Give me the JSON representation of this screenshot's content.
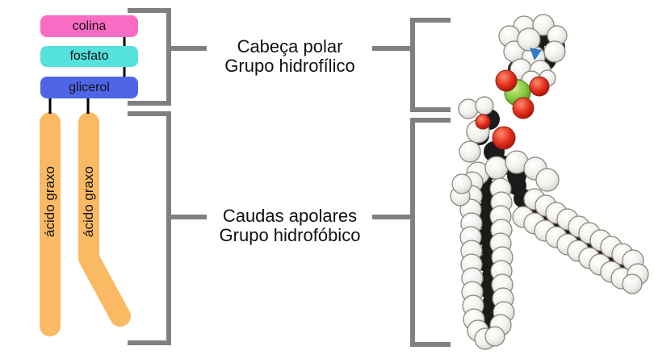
{
  "diagram": {
    "blocks": [
      {
        "label": "colina",
        "color": "#FA6BC3"
      },
      {
        "label": "fosfato",
        "color": "#55E1DD"
      },
      {
        "label": "glicerol",
        "color": "#4E65E8"
      }
    ],
    "tail_label": "ácido graxo",
    "tail_color": "#FAB963",
    "connector_color": "#000000",
    "bracket_color": "#808080",
    "text_color": "#111111",
    "annotations": {
      "polar": {
        "line1": "Cabeça polar",
        "line2": "Grupo hidrofílico"
      },
      "nonpolar": {
        "line1": "Caudas apolares",
        "line2": "Grupo hidrofóbico"
      }
    }
  },
  "molecule": {
    "palette": {
      "carbon": "#1b1b1b",
      "hydrogen": "#f1f1ee",
      "oxygen": "#d92718",
      "phosphorus": "#7fc63c",
      "nitrogen": "#2e7cc4",
      "hydrogen_outline": "#8a8274",
      "oxygen_outline": "#8a241a",
      "phosphorus_outline": "#55801e"
    },
    "atoms": {
      "carbons": [
        [
          644,
          48,
          14
        ],
        [
          670,
          44,
          14
        ],
        [
          688,
          58,
          12
        ],
        [
          652,
          72,
          14
        ],
        [
          676,
          74,
          13
        ],
        [
          660,
          58,
          14
        ],
        [
          641,
          86,
          12
        ],
        [
          664,
          92,
          12
        ],
        [
          655,
          103,
          10
        ],
        [
          606,
          148,
          13
        ],
        [
          594,
          168,
          12
        ],
        [
          612,
          188,
          13
        ],
        [
          625,
          205,
          12
        ],
        [
          640,
          218,
          12
        ],
        [
          608,
          212,
          11
        ],
        [
          640,
          230,
          12
        ],
        [
          655,
          255,
          13
        ],
        [
          672,
          264,
          13
        ],
        [
          688,
          273,
          12
        ],
        [
          660,
          272,
          14
        ],
        [
          676,
          284,
          13
        ],
        [
          648,
          246,
          12
        ],
        [
          600,
          230,
          11
        ],
        [
          606,
          246,
          11
        ],
        [
          600,
          262,
          11
        ],
        [
          606,
          278,
          11
        ],
        [
          601,
          294,
          11
        ],
        [
          607,
          310,
          11
        ],
        [
          602,
          326,
          11
        ],
        [
          608,
          342,
          11
        ],
        [
          603,
          358,
          11
        ],
        [
          609,
          374,
          11
        ],
        [
          604,
          390,
          11
        ],
        [
          610,
          406,
          11
        ],
        [
          669,
          266,
          11
        ],
        [
          682,
          275,
          11
        ],
        [
          696,
          283,
          11
        ],
        [
          710,
          292,
          11
        ],
        [
          723,
          300,
          11
        ],
        [
          737,
          309,
          11
        ],
        [
          750,
          317,
          11
        ],
        [
          764,
          326,
          11
        ],
        [
          777,
          334,
          11
        ]
      ],
      "hydrogens": [
        [
          649,
          33,
          13
        ],
        [
          673,
          31,
          13
        ],
        [
          690,
          44,
          12
        ],
        [
          631,
          45,
          13
        ],
        [
          637,
          64,
          13
        ],
        [
          661,
          71,
          14
        ],
        [
          687,
          64,
          13
        ],
        [
          645,
          86,
          13
        ],
        [
          669,
          88,
          13
        ],
        [
          655,
          49,
          14
        ],
        [
          658,
          100,
          12
        ],
        [
          678,
          97,
          10
        ],
        [
          580,
          135,
          12
        ],
        [
          600,
          131,
          11
        ],
        [
          592,
          163,
          14
        ],
        [
          582,
          188,
          13
        ],
        [
          592,
          215,
          14
        ],
        [
          615,
          208,
          14
        ],
        [
          640,
          201,
          14
        ],
        [
          663,
          209,
          14
        ],
        [
          678,
          223,
          14
        ],
        [
          585,
          226,
          13
        ],
        [
          584,
          243,
          13
        ],
        [
          583,
          260,
          13
        ],
        [
          584,
          277,
          13
        ],
        [
          583,
          294,
          13
        ],
        [
          584,
          311,
          13
        ],
        [
          584,
          328,
          13
        ],
        [
          585,
          345,
          13
        ],
        [
          585,
          362,
          13
        ],
        [
          586,
          379,
          13
        ],
        [
          587,
          396,
          13
        ],
        [
          592,
          410,
          13
        ],
        [
          620,
          234,
          13
        ],
        [
          621,
          251,
          13
        ],
        [
          620,
          268,
          13
        ],
        [
          621,
          285,
          13
        ],
        [
          620,
          302,
          13
        ],
        [
          622,
          319,
          13
        ],
        [
          621,
          336,
          13
        ],
        [
          622,
          353,
          13
        ],
        [
          623,
          370,
          13
        ],
        [
          624,
          387,
          13
        ],
        [
          620,
          403,
          13
        ],
        [
          601,
          420,
          13
        ],
        [
          613,
          417,
          12
        ],
        [
          570,
          243,
          12
        ],
        [
          572,
          228,
          12
        ],
        [
          662,
          247,
          13
        ],
        [
          676,
          255,
          13
        ],
        [
          689,
          264,
          13
        ],
        [
          703,
          272,
          13
        ],
        [
          717,
          281,
          13
        ],
        [
          730,
          289,
          13
        ],
        [
          744,
          298,
          13
        ],
        [
          757,
          306,
          13
        ],
        [
          771,
          315,
          13
        ],
        [
          784,
          323,
          13
        ],
        [
          648,
          269,
          13
        ],
        [
          662,
          277,
          13
        ],
        [
          675,
          286,
          13
        ],
        [
          689,
          294,
          13
        ],
        [
          703,
          303,
          13
        ],
        [
          716,
          311,
          13
        ],
        [
          730,
          320,
          13
        ],
        [
          743,
          328,
          13
        ],
        [
          757,
          337,
          13
        ],
        [
          770,
          345,
          13
        ],
        [
          790,
          340,
          13
        ],
        [
          783,
          352,
          12
        ]
      ],
      "oxygens": [
        [
          627,
          100,
          13
        ],
        [
          668,
          107,
          12
        ],
        [
          648,
          134,
          13
        ],
        [
          598,
          151,
          9
        ],
        [
          624,
          171,
          14
        ]
      ],
      "phosphorus": [
        [
          641,
          115,
          16
        ]
      ],
      "nitrogen_triangle": [
        [
          656,
          59
        ],
        [
          671,
          62
        ],
        [
          662,
          75
        ]
      ]
    }
  }
}
